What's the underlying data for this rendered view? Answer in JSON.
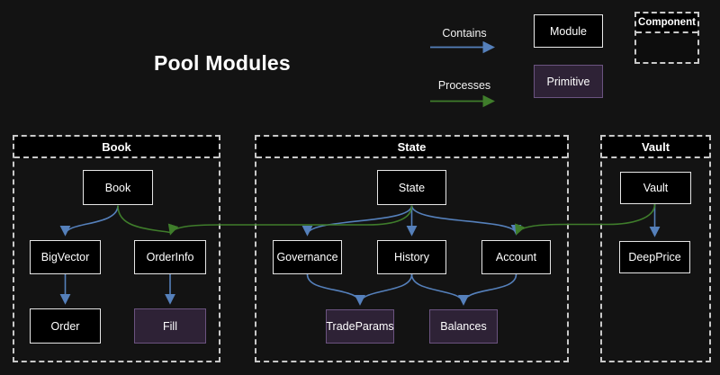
{
  "title": "Pool Modules",
  "legend": {
    "contains_label": "Contains",
    "processes_label": "Processes",
    "module_label": "Module",
    "primitive_label": "Primitive",
    "component_label": "Component"
  },
  "colors": {
    "background": "#131313",
    "contains_arrow_blue": "#5580bb",
    "processes_arrow_green": "#3f7d2b",
    "module_fill": "#000000",
    "module_border": "#ececec",
    "primitive_fill": "#2e2236",
    "primitive_border": "#6b5380",
    "component_dashed_border": "#c9c9c9",
    "text": "#ffffff"
  },
  "containers": {
    "book": {
      "title": "Book"
    },
    "state": {
      "title": "State"
    },
    "vault": {
      "title": "Vault"
    }
  },
  "nodes": {
    "book": {
      "label": "Book",
      "kind": "module"
    },
    "bigvector": {
      "label": "BigVector",
      "kind": "module"
    },
    "orderinfo": {
      "label": "OrderInfo",
      "kind": "module"
    },
    "order": {
      "label": "Order",
      "kind": "module"
    },
    "fill": {
      "label": "Fill",
      "kind": "primitive"
    },
    "state": {
      "label": "State",
      "kind": "module"
    },
    "governance": {
      "label": "Governance",
      "kind": "module"
    },
    "history": {
      "label": "History",
      "kind": "module"
    },
    "account": {
      "label": "Account",
      "kind": "module"
    },
    "tradeparams": {
      "label": "TradeParams",
      "kind": "primitive"
    },
    "balances": {
      "label": "Balances",
      "kind": "primitive"
    },
    "vault": {
      "label": "Vault",
      "kind": "module"
    },
    "deepprice": {
      "label": "DeepPrice",
      "kind": "module"
    }
  },
  "edges": [
    {
      "from": "Book",
      "to": "BigVector",
      "relation": "contains"
    },
    {
      "from": "BigVector",
      "to": "Order",
      "relation": "contains"
    },
    {
      "from": "OrderInfo",
      "to": "Fill",
      "relation": "contains"
    },
    {
      "from": "State",
      "to": "Governance",
      "relation": "contains"
    },
    {
      "from": "State",
      "to": "History",
      "relation": "contains"
    },
    {
      "from": "State",
      "to": "Account",
      "relation": "contains"
    },
    {
      "from": "Governance",
      "to": "TradeParams",
      "relation": "contains"
    },
    {
      "from": "History",
      "to": "TradeParams",
      "relation": "contains"
    },
    {
      "from": "History",
      "to": "Balances",
      "relation": "contains"
    },
    {
      "from": "Account",
      "to": "Balances",
      "relation": "contains"
    },
    {
      "from": "Vault",
      "to": "DeepPrice",
      "relation": "contains"
    },
    {
      "from": "Book",
      "to": "OrderInfo",
      "relation": "processes"
    },
    {
      "from": "State",
      "to": "OrderInfo",
      "relation": "processes"
    },
    {
      "from": "Vault",
      "to": "Account",
      "relation": "processes"
    }
  ]
}
